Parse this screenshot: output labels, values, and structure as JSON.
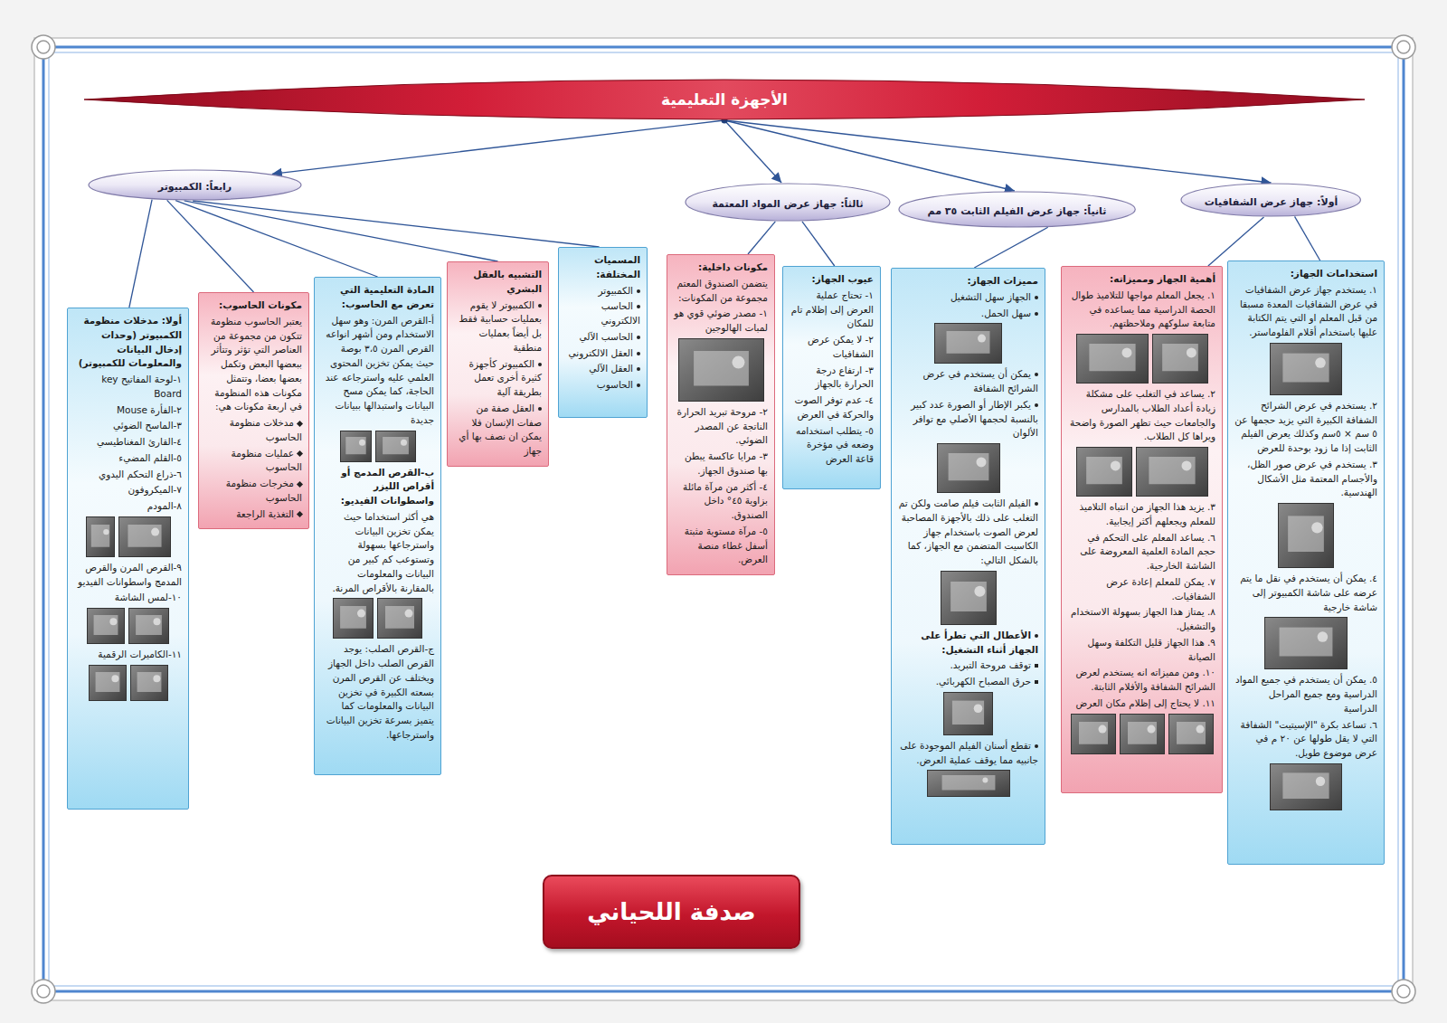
{
  "diagram": {
    "nodes": [
      {
        "text": [
          "الأجهزة التعليمية"
        ]
      },
      {
        "text": [
          "أولاً: جهاز عرض الشفافيات"
        ]
      },
      {
        "text": [
          "ثانياً: جهاز عرض الفيلم الثابت ٣٥ مم"
        ]
      },
      {
        "text": [
          "ثالثاً: جهاز عرض المواد المعتمة"
        ]
      },
      {
        "text": [
          "رابعاً: الكمبيوتر"
        ]
      },
      {
        "text": [
          "استخدامات الجهاز:",
          "١. يستخدم جهاز عرض الشفافيات في عرض الشفافيات المعدة مسبقا من قبل المعلم او التي يتم الكتابة عليها باستخدام أقلام الفلوماستر.",
          "٢. يستخدم في عرض الشرائح الشفافة الكبيرة التي يزيد حجمها عن ٥ سم × ٥سم وكذلك يعرض الفيلم الثابت إذا ما زود بوحدة للعرض",
          "٣. يستخدم في عرض صور الظل، والأجسام المعتمة مثل الأشكال الهندسية.",
          "٤. يمكن أن يستخدم في نقل ما يتم عرضه على شاشة الكمبيوتر إلى شاشة خارجية",
          "٥. يمكن أن يستخدم في جميع المواد الدراسية ومع جميع المراحل الدراسية",
          "٦. تساعد بكرة \"الإسيتيت\" الشفافة التي لا يقل طولها عن ٢٠ م في عرض موضوع طويل."
        ]
      },
      {
        "text": [
          "أهمية الجهاز ومميزاته:",
          "١. يجعل المعلم مواجها للتلاميذ طوال الحصة الدراسية مما يساعده في متابعة سلوكهم وملاحظتهم.",
          "٢. يساعد في التغلب على مشكلة زيادة أعداد الطلاب بالمدارس والجامعات حيث تظهر الصورة واضحة ويراها كل الطلاب.",
          "٣. يزيد هذا الجهاز من انتباه التلاميذ للمعلم ويجعلهم أكثر إيجابية.",
          "٦. يساعد المعلم على التحكم في حجم المادة العلمية المعروضة على الشاشة الخارجية.",
          "٧. يمكن للمعلم إعادة عرض الشفافيات.",
          "٨. يمتاز هذا الجهاز بسهولة الاستخدام والتشغيل.",
          "٩. هذا الجهاز قليل التكلفة وسهل الصيانة",
          "١٠. ومن مميزاته انه يستخدم لعرض الشرائح الشفافة والأفلام الثابتة.",
          "١١. لا يحتاج إلى إظلام مكان العرض"
        ]
      },
      {
        "text": [
          "مميزات الجهاز:",
          "الجهاز سهل التشغيل",
          "سهل الحمل.",
          "يمكن أن يستخدم في عرض الشرائح الشفافة",
          "يكبر الإطار أو الصورة عدد كبير بالنسبة لحجمها الأصلي مع توافر الألوان",
          "الفيلم الثابت فيلم صامت ولكن تم التغلب على ذلك بالأجهزة المصاحبة لعرض الصوت باستخدام جهاز الكاسيت المتضمن مع الجهاز، كما بالشكل التالي:",
          "الأعطال التي تطرأ على الجهاز أثناء التشغيل:",
          "توقف مروحة التبريد.",
          "حرق المصباح الكهربائي.",
          "تقطع أسنان الفيلم الموجودة على جانبيه مما يوقف عملية العرض."
        ]
      },
      {
        "text": [
          "عيوب الجهاز:",
          "١- تحتاج عملية العرض إلى إظلام تام للمكان",
          "٢- لا يمكن عرض الشفافيات",
          "٣- ارتفاع درجة الحرارة بالجهاز",
          "٤- عدم توفر الصوت والحركة في العرض",
          "٥- يتطلب استخدامه وضعه في مؤخرة قاعة العرض"
        ]
      },
      {
        "text": [
          "مكونات داخلية:",
          "يتضمن الصندوق المعتم مجموعة من المكونات:",
          "١- مصدر ضوئي قوي هو لمبات الهالوجين",
          "٢- مروحة تبريد الحرارة الناتجة عن المصدر الضوئي.",
          "٣- مرايا عاكسة يبطن بها صندوق الجهاز.",
          "٤- أكثر من مرآة مائلة بزاوية ٤٥° داخل الصندوق.",
          "٥- مرآة مستوية مثبتة أسفل غطاء منصة العرض."
        ]
      },
      {
        "text": [
          "المسميات المختلفة:",
          "الكمبيوتر",
          "الحاسب الالكتروني",
          "الحاسب الآلي",
          "العقل الالكتروني",
          "العقل الآلي",
          "الحاسوب"
        ]
      },
      {
        "text": [
          "التشبيه بالعقل البشري",
          "الكمبيوتر لا يقوم بعمليات حسابية فقط بل أيضاً بعمليات منطقية",
          "الكمبيوتر كأجهزة كثيرة أخرى تعمل بطريقة آلية",
          "العقل صفة من صفات الإنسان فلا يمكن ان نصف بها أي جهاز"
        ]
      },
      {
        "text": [
          "المادة التعليمية التي تعرض مع الحاسوب:",
          "أ-القرص المرن: وهو سهل الاستخدام ومن أشهر انواعه القرص المرن ٣،٥ بوصة حيث يمكن تخزين المحتوى العلمي عليه واسترجاعه عند الحاجة، كما يمكن مسح البيانات واستبدالها ببيانات جديدة",
          "ب-القرص المدمج أو أقراص الليزر واسطوانات الفيديو:",
          "هي أكثر استخداما حيث يمكن تخزين البيانات واسترجاعها بسهولة وتستوعب كم كبير من البيانات والمعلومات بالمقارنة بالأقراص المرنة.",
          "ج-القرص الصلب: يوجد القرص الصلب داخل الجهاز ويختلف عن القرص المرن بسعته الكبيرة في تخزين البيانات والمعلومات كما يتميز بسرعة تخزين البيانات واسترجاعها."
        ]
      },
      {
        "text": [
          "مكونات الحاسوب:",
          "يعتبر الحاسوب منظومة تتكون من مجموعة من العناصر التي تؤثر وتتأثر ببعضها البعض وتكمل بعضها بعضا، وتتمثل مكونات هذه المنظومة في اربعة مكونات هي:",
          "مدخلات منظومة الحاسوب",
          "عمليات منظومة الحاسوب",
          "مخرجات منظومة الحاسوب",
          "التغذية الراجعة"
        ]
      },
      {
        "text": [
          "أولا: مدخلات منظومة الكمبيوتر (وحدات إدخال البيانات والمعلومات للكمبيوتر)",
          "١-لوحة المفاتيح key Board",
          "٢-الفأرة Mouse",
          "٣-الماسح الضوئي",
          "٤-القارئ المغناطيسي",
          "٥-القلم المضيء",
          "٦-ذراع التحكم اليدوي",
          "٧-الميكروفون",
          "٨-المودم",
          "٩-القرص المرن والقرص المدمج واسطوانات الفيديو",
          "١٠-لمس الشاشة",
          "١١-الكاميرات الرقمية"
        ]
      },
      {
        "text": [
          "صدفة اللحياني"
        ]
      }
    ],
    "edges": [
      {
        "from": 0,
        "to": 1,
        "arrow": "to"
      },
      {
        "from": 0,
        "to": 2,
        "arrow": "to"
      },
      {
        "from": 0,
        "to": 3,
        "arrow": "to"
      },
      {
        "from": 0,
        "to": 4,
        "arrow": "to"
      },
      {
        "from": 1,
        "to": 5,
        "arrow": "none"
      },
      {
        "from": 1,
        "to": 6,
        "arrow": "none"
      },
      {
        "from": 2,
        "to": 7,
        "arrow": "none"
      },
      {
        "from": 3,
        "to": 8,
        "arrow": "none"
      },
      {
        "from": 3,
        "to": 9,
        "arrow": "none"
      },
      {
        "from": 4,
        "to": 10,
        "arrow": "none"
      },
      {
        "from": 4,
        "to": 11,
        "arrow": "none"
      },
      {
        "from": 4,
        "to": 12,
        "arrow": "none"
      },
      {
        "from": 4,
        "to": 13,
        "arrow": "none"
      },
      {
        "from": 4,
        "to": 14,
        "arrow": "none"
      }
    ]
  }
}
